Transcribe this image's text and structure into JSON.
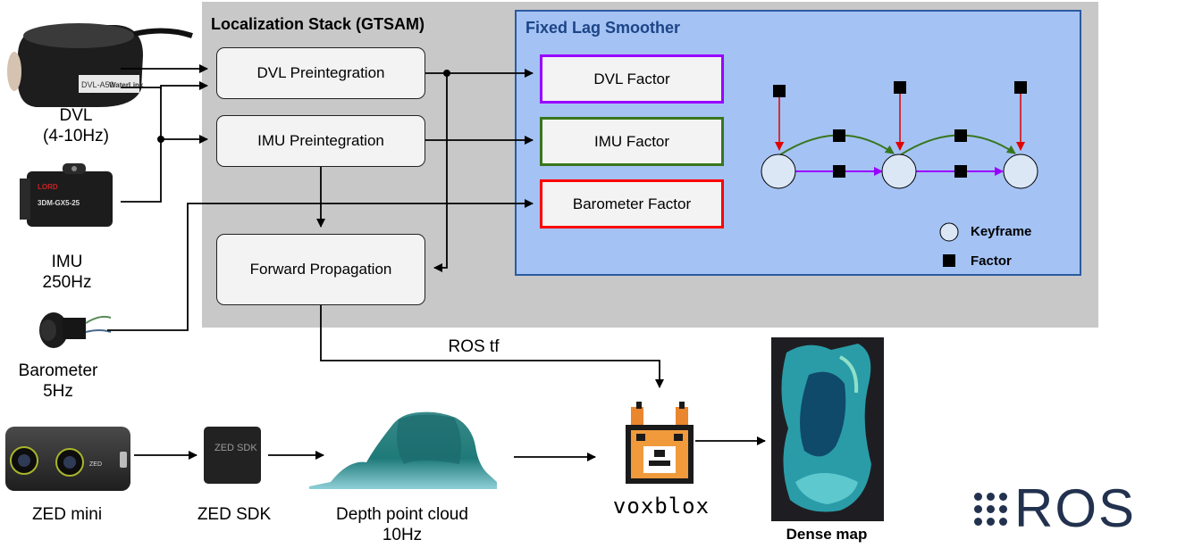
{
  "stack": {
    "title": "Localization Stack (GTSAM)"
  },
  "smoother": {
    "title": "Fixed Lag Smoother",
    "legend": {
      "keyframe": "Keyframe",
      "factor": "Factor"
    }
  },
  "boxes": {
    "dvl_preint": "DVL Preintegration",
    "imu_preint": "IMU Preintegration",
    "forward_prop": "Forward Propagation"
  },
  "factors": {
    "dvl": {
      "label": "DVL Factor",
      "color": "#9900ff"
    },
    "imu": {
      "label": "IMU Factor",
      "color": "#38761d"
    },
    "baro": {
      "label": "Barometer Factor",
      "color": "#ff0000"
    }
  },
  "sensors": {
    "dvl": {
      "name": "DVL",
      "rate": "(4-10Hz)"
    },
    "imu": {
      "name": "IMU",
      "rate": "250Hz"
    },
    "baro": {
      "name": "Barometer",
      "rate": "5Hz"
    }
  },
  "images": {
    "dvl_model": "DVL-A50",
    "dvl_brand": "WaterLink",
    "imu_brand": "LORD",
    "imu_model": "3DM-GX5-25",
    "zed_chip": "ZED SDK",
    "zed_body": "ZED"
  },
  "pipeline": {
    "zed_mini": "ZED mini",
    "zed_sdk": "ZED SDK",
    "pointcloud": "Depth point cloud",
    "pointcloud_rate": "10Hz",
    "voxblox": "voxblox",
    "dense_map": "Dense map",
    "ros_tf": "ROS tf",
    "ros_logo": "ROS"
  }
}
